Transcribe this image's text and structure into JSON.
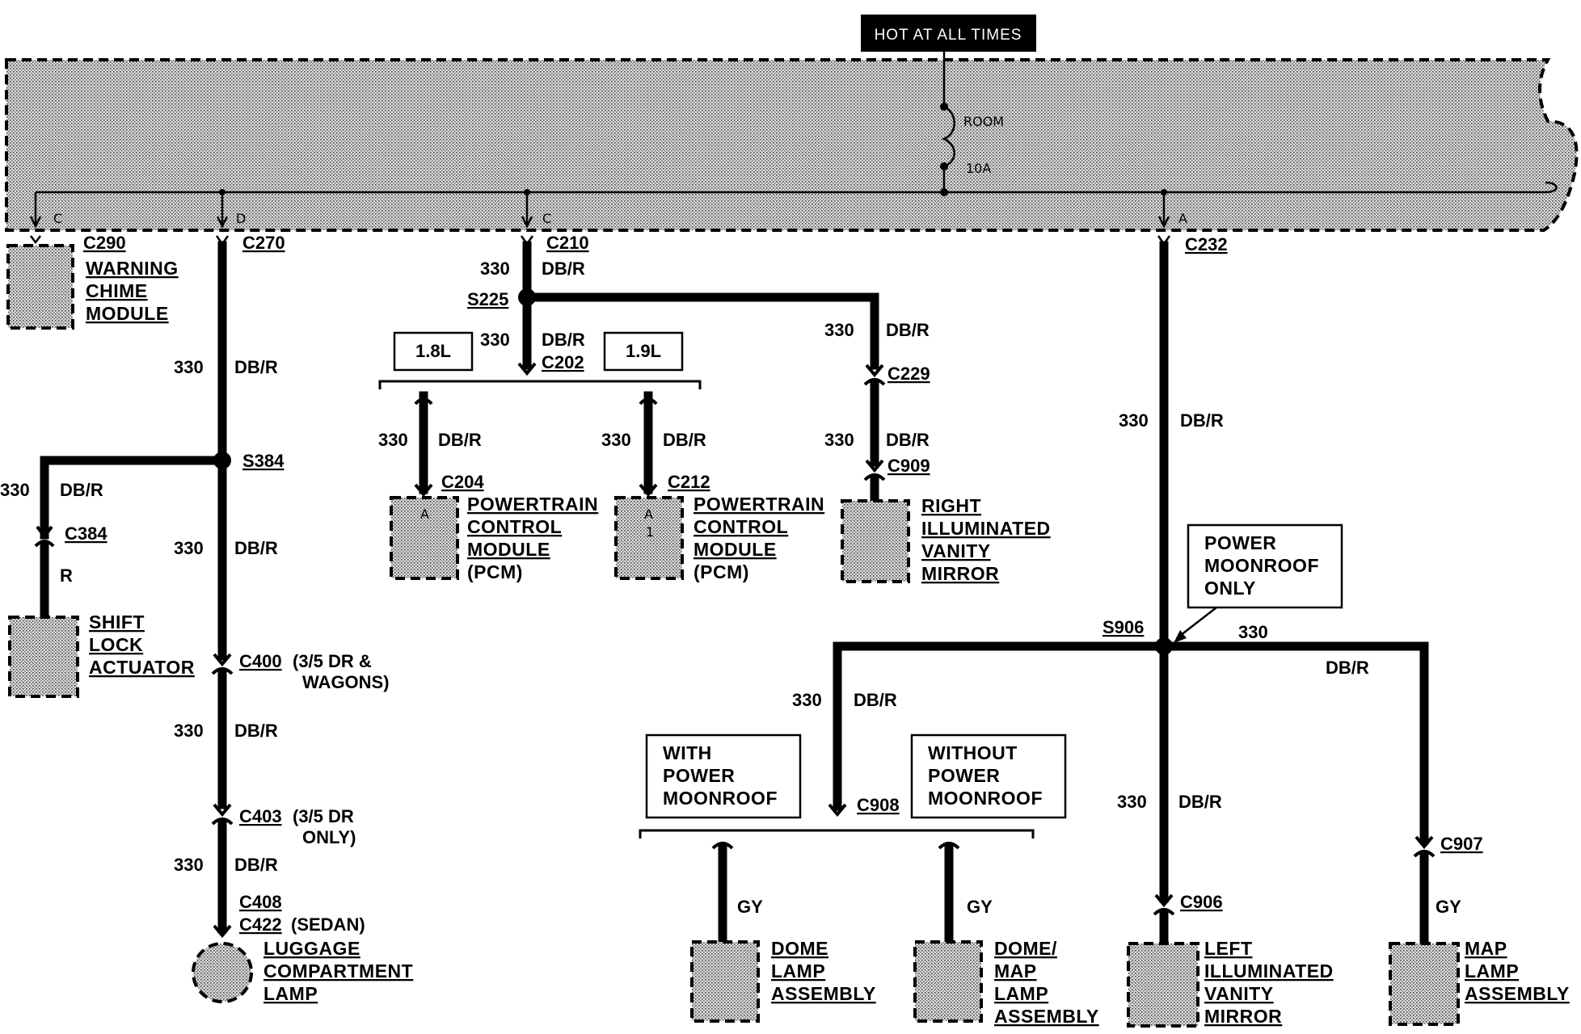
{
  "header": {
    "power_label": "HOT AT ALL TIMES"
  },
  "fuse_box": {
    "fuse_name": "ROOM",
    "fuse_rating": "10A"
  },
  "wire": {
    "circuit": "330",
    "color": "DB/R",
    "alt_color_r": "R",
    "alt_color_gy": "GY"
  },
  "pins": {
    "c": "C",
    "d": "D",
    "a": "A"
  },
  "connectors": {
    "c290": "C290",
    "c270": "C270",
    "c210": "C210",
    "c232": "C232",
    "s225": "S225",
    "c202": "C202",
    "c229": "C229",
    "c909": "C909",
    "c204": "C204",
    "c212": "C212",
    "s384": "S384",
    "c384": "C384",
    "c400": "C400",
    "c403": "C403",
    "c408": "C408",
    "c422": "C422",
    "s906": "S906",
    "c908": "C908",
    "c906": "C906",
    "c907": "C907"
  },
  "notes": {
    "c400_note_1": "(3/5 DR &",
    "c400_note_2": "WAGONS)",
    "c403_note_1": "(3/5 DR",
    "c403_note_2": "ONLY)",
    "c422_note": "(SEDAN)"
  },
  "engine_boxes": {
    "left": "1.8L",
    "right": "1.9L"
  },
  "option_boxes": {
    "power_moonroof_only": [
      "POWER",
      "MOONROOF",
      "ONLY"
    ],
    "with_power_moonroof": [
      "WITH",
      "POWER",
      "MOONROOF"
    ],
    "without_power_moonroof": [
      "WITHOUT",
      "POWER",
      "MOONROOF"
    ]
  },
  "components": {
    "warning_chime": [
      "WARNING",
      "CHIME",
      "MODULE"
    ],
    "shift_lock": [
      "SHIFT",
      "LOCK",
      "ACTUATOR"
    ],
    "luggage_lamp": [
      "LUGGAGE",
      "COMPARTMENT",
      "LAMP"
    ],
    "pcm_1": [
      "POWERTRAIN",
      "CONTROL",
      "MODULE",
      "(PCM)"
    ],
    "pcm_2": [
      "POWERTRAIN",
      "CONTROL",
      "MODULE",
      "(PCM)"
    ],
    "right_vanity": [
      "RIGHT",
      "ILLUMINATED",
      "VANITY",
      "MIRROR"
    ],
    "dome_lamp": [
      "DOME",
      "LAMP",
      "ASSEMBLY"
    ],
    "dome_map_lamp": [
      "DOME/",
      "MAP",
      "LAMP",
      "ASSEMBLY"
    ],
    "left_vanity": [
      "LEFT",
      "ILLUMINATED",
      "VANITY",
      "MIRROR"
    ],
    "map_lamp": [
      "MAP",
      "LAMP",
      "ASSEMBLY"
    ]
  },
  "pcm_pins": {
    "pin_1": "A",
    "pin_2": "A",
    "pin_2_sub": "1"
  }
}
